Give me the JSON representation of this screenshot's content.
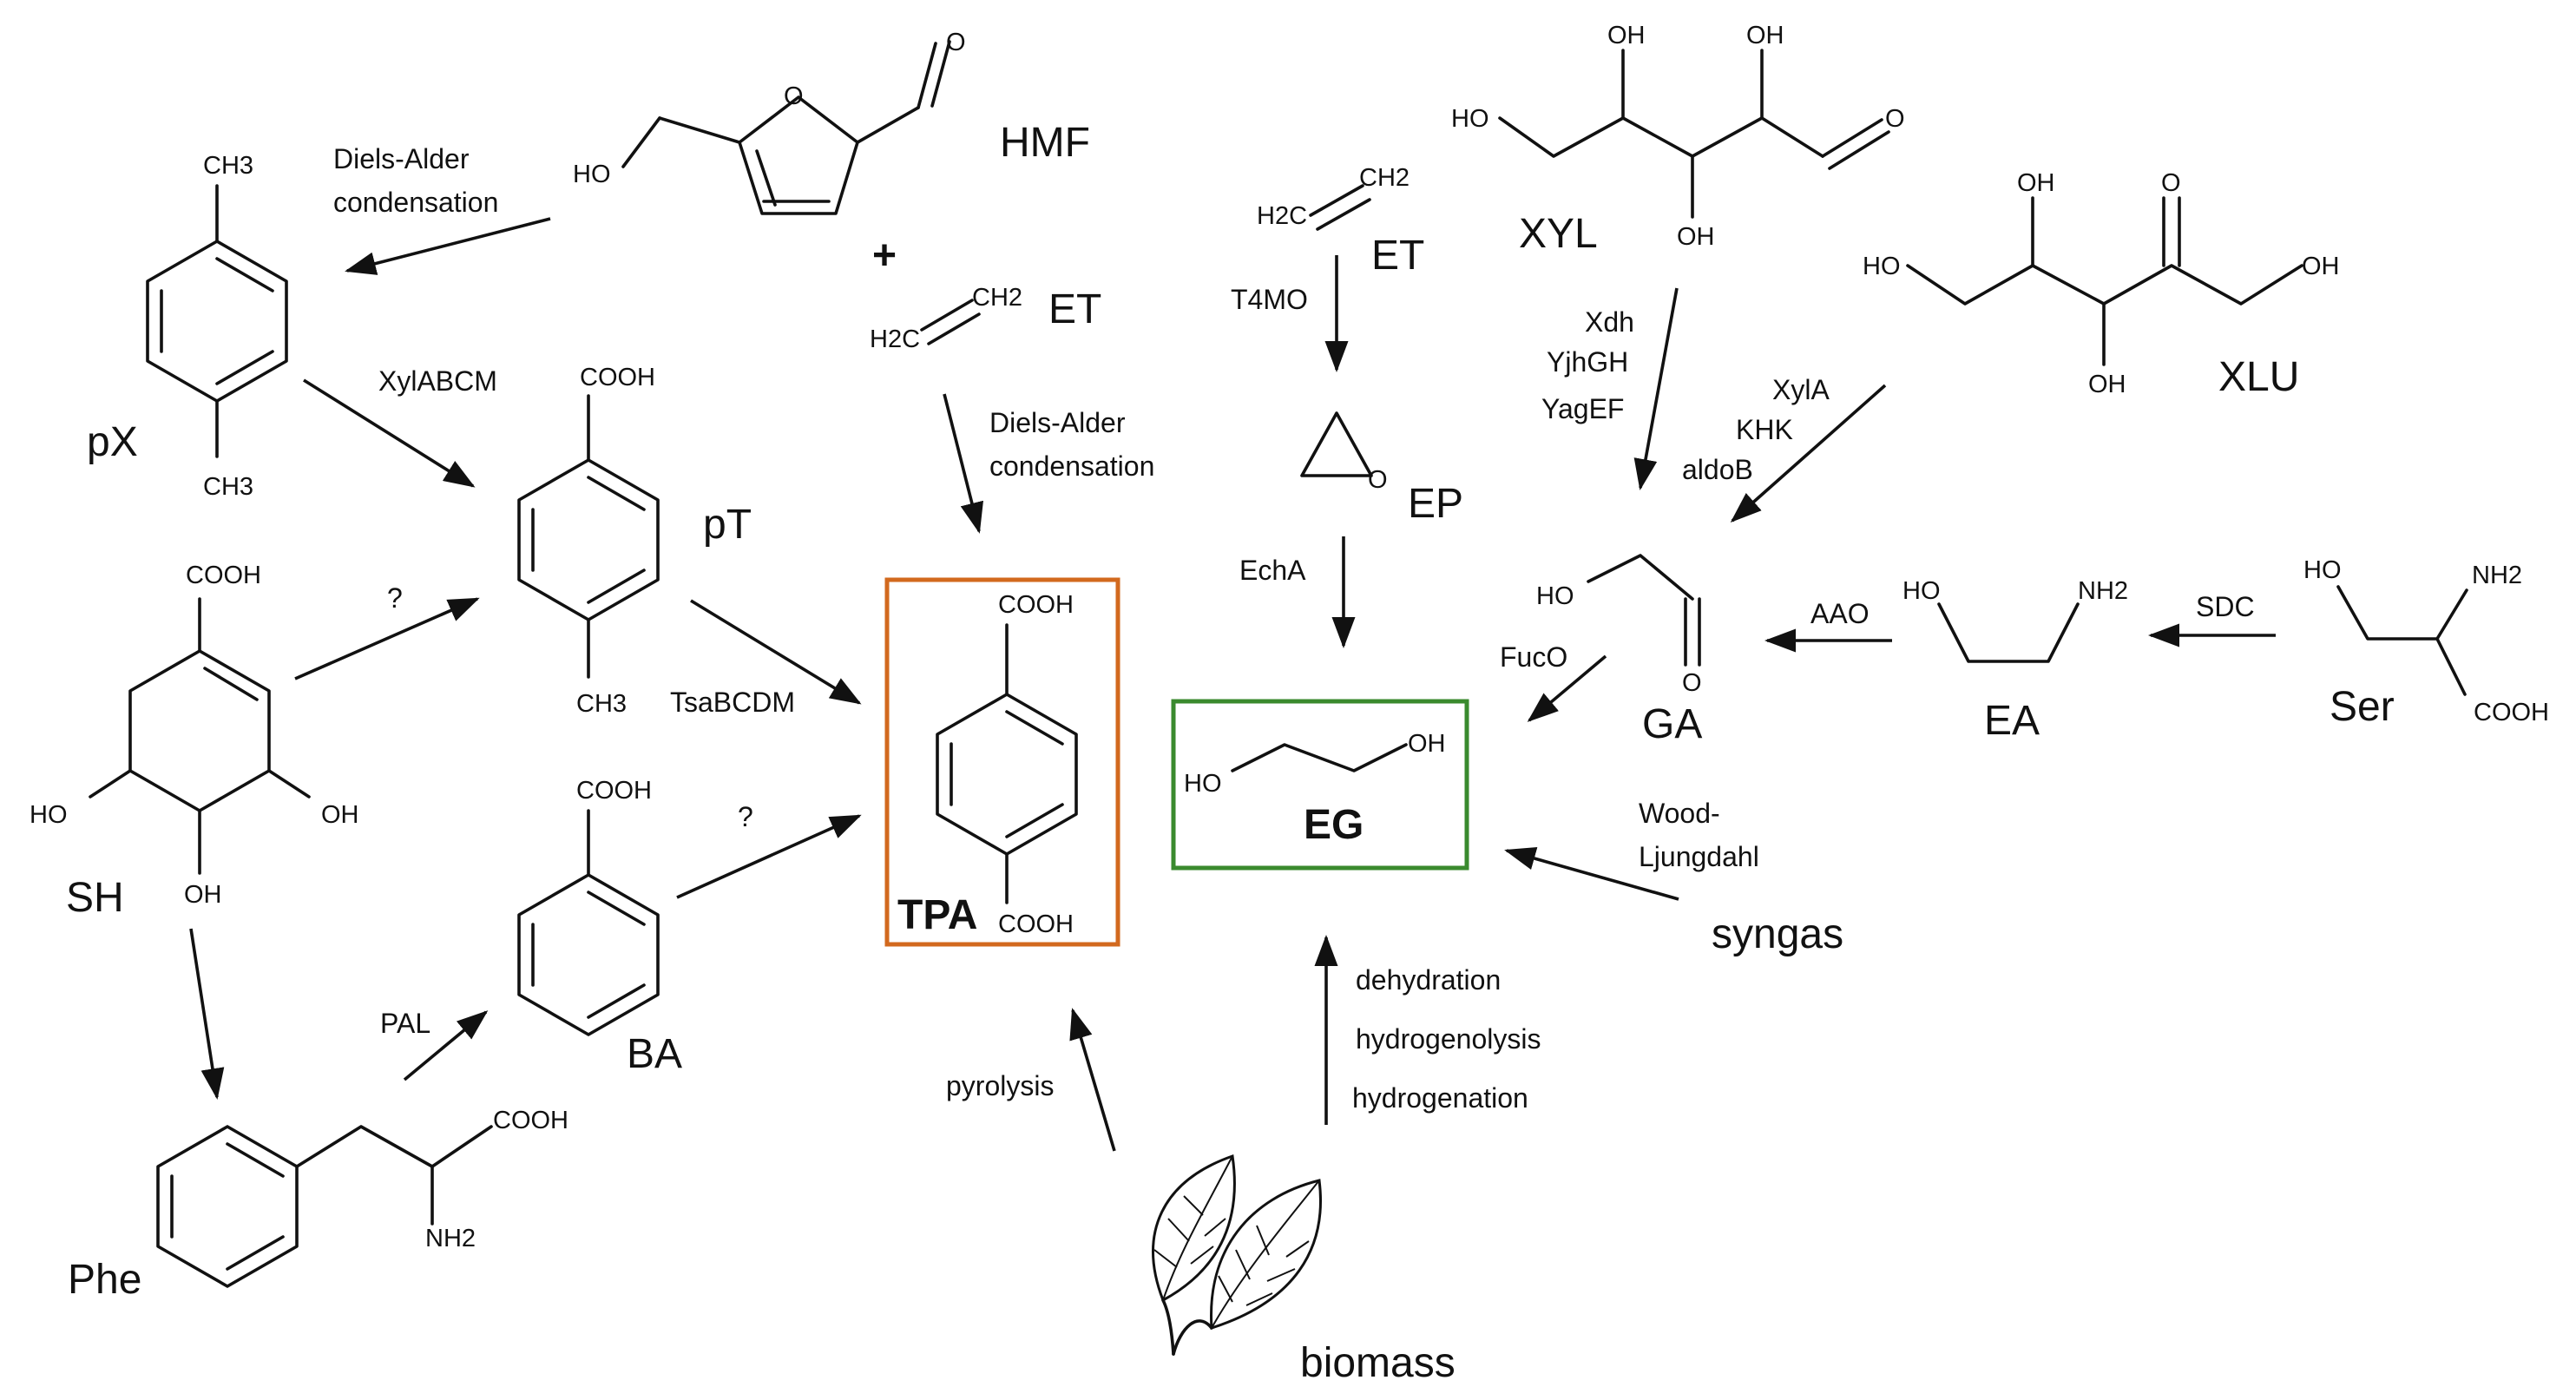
{
  "compounds": {
    "pX": "pX",
    "HMF": "HMF",
    "ET_top": "ET",
    "ET_mid": "ET",
    "XYL": "XYL",
    "XLU": "XLU",
    "pT": "pT",
    "EP": "EP",
    "SH": "SH",
    "GA": "GA",
    "EA": "EA",
    "Ser": "Ser",
    "TPA": "TPA",
    "EG": "EG",
    "BA": "BA",
    "Phe": "Phe",
    "syngas": "syngas",
    "biomass": "biomass"
  },
  "plus": "+",
  "reactions": {
    "diels_alder_1a": "Diels-Alder",
    "diels_alder_1b": "condensation",
    "diels_alder_2a": "Diels-Alder",
    "diels_alder_2b": "condensation",
    "xylabcm": "XylABCM",
    "tsabcdm": "TsaBCDM",
    "question_1": "?",
    "question_2": "?",
    "pal": "PAL",
    "t4mo": "T4MO",
    "echa": "EchA",
    "xdh": "Xdh",
    "yjhgh": "YjhGH",
    "yagef": "YagEF",
    "xyla": "XylA",
    "khk": "KHK",
    "aldob": "aldoB",
    "fuco": "FucO",
    "aao": "AAO",
    "sdc": "SDC",
    "wood_a": "Wood-",
    "wood_b": "Ljungdahl",
    "pyrolysis": "pyrolysis",
    "dehydration": "dehydration",
    "hydrogenolysis": "hydrogenolysis",
    "hydrogenation": "hydrogenation"
  },
  "groups": {
    "ch3_px_top": "CH3",
    "ch3_px_bottom": "CH3",
    "ho_hmf": "HO",
    "o_hmf_ring": "O",
    "o_hmf_ald": "O",
    "h2c_et1": "H2C",
    "ch2_et1": "CH2",
    "h2c_et2": "H2C",
    "ch2_et2": "CH2",
    "o_ep": "O",
    "xyl_ho": "HO",
    "xyl_oh1": "OH",
    "xyl_oh2": "OH",
    "xyl_oh3": "OH",
    "xyl_o": "O",
    "xlu_ho": "HO",
    "xlu_oh1": "OH",
    "xlu_o": "O",
    "xlu_oh2": "OH",
    "xlu_oh3": "OH",
    "cooh_pt": "COOH",
    "ch3_pt": "CH3",
    "cooh_sh": "COOH",
    "ho_sh": "HO",
    "oh_sh1": "OH",
    "oh_sh2": "OH",
    "cooh_tpa_top": "COOH",
    "cooh_tpa_bottom": "COOH",
    "ho_ga": "HO",
    "o_ga": "O",
    "ho_ea": "HO",
    "nh2_ea": "NH2",
    "ho_ser": "HO",
    "nh2_ser": "NH2",
    "cooh_ser": "COOH",
    "ho_eg": "HO",
    "oh_eg": "OH",
    "cooh_ba": "COOH",
    "cooh_phe": "COOH",
    "nh2_phe": "NH2"
  },
  "colors": {
    "tpa_box": "#D2691E",
    "eg_box": "#3A8A2E",
    "ink": "#111111"
  }
}
